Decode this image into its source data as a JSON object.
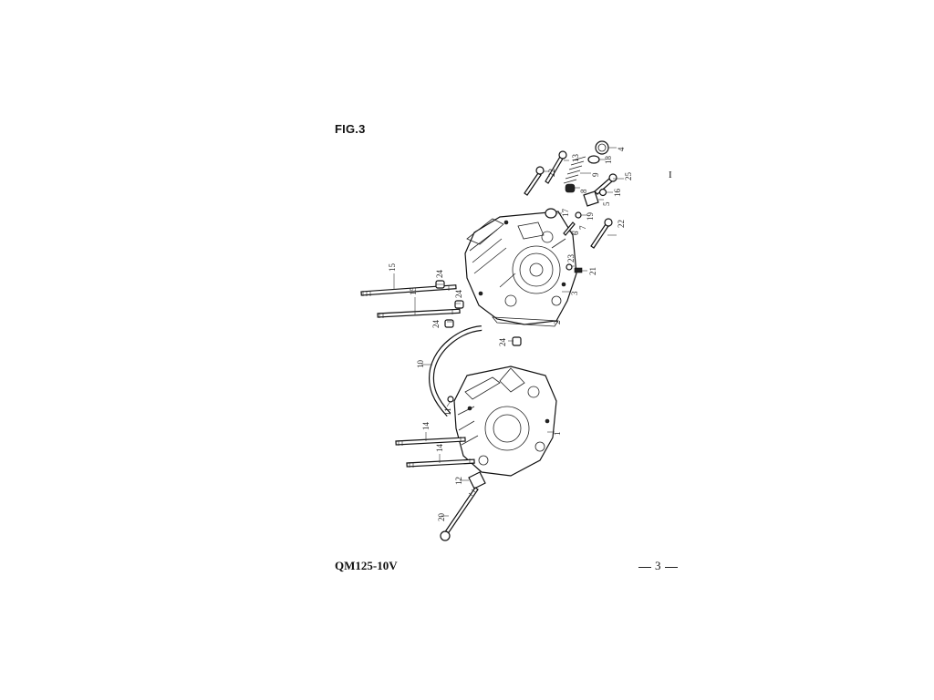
{
  "figure": {
    "title": "FIG.3",
    "section_marker": "I"
  },
  "footer": {
    "model": "QM125-10V",
    "page": "3"
  },
  "callouts": {
    "c1": "1",
    "c2": "2",
    "c3": "3",
    "c4": "4",
    "c5": "5",
    "c6": "6",
    "c7": "7",
    "c8": "8",
    "c9": "9",
    "c10": "10",
    "c11": "11",
    "c12": "12",
    "c13": "13",
    "c14a": "14",
    "c14b": "14",
    "c15a": "15",
    "c15b": "15",
    "c16": "16",
    "c17": "17",
    "c18": "18",
    "c19": "19",
    "c20": "20",
    "c21": "21",
    "c22a": "22",
    "c22b": "22",
    "c23": "23",
    "c24a": "24",
    "c24b": "24",
    "c24c": "24",
    "c24d": "24",
    "c25": "25"
  }
}
